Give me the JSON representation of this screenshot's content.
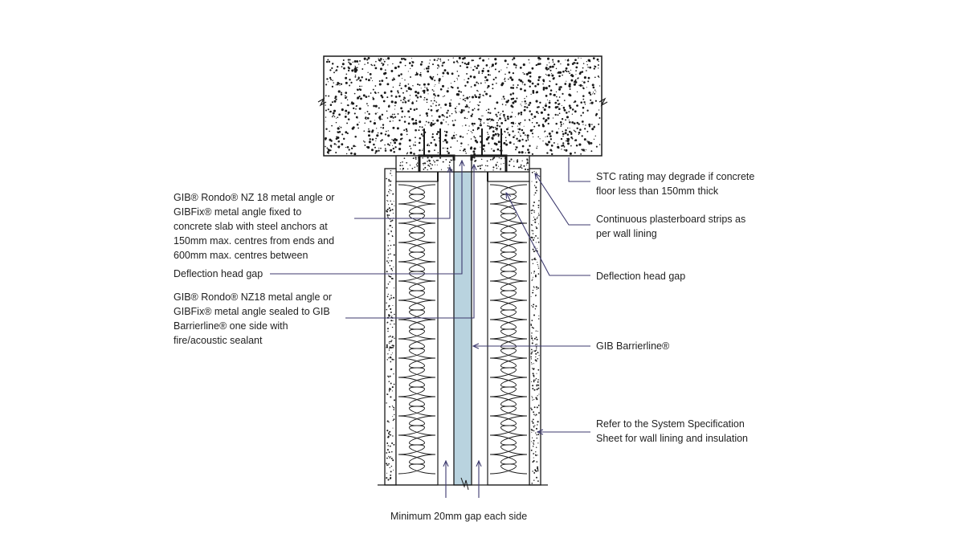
{
  "labels": {
    "angle_fixed": "GIB® Rondo® NZ 18 metal angle or\nGIBFix® metal angle fixed to\nconcrete slab with steel anchors at\n150mm max. centres from ends and\n600mm max. centres between",
    "deflection_left": "Deflection head gap",
    "angle_sealed": "GIB® Rondo® NZ18 metal angle or\nGIBFix® metal angle sealed to GIB\nBarrierline® one side with\nfire/acoustic sealant",
    "stc": "STC rating may degrade if concrete\nfloor less than 150mm thick",
    "strips": "Continuous plasterboard strips as\nper wall lining",
    "deflection_right": "Deflection head gap",
    "barrierline": "GIB Barrierline®",
    "refer": "Refer to the System Specification\nSheet for wall lining and insulation",
    "min_gap": "Minimum 20mm gap each side"
  },
  "colors": {
    "line": "#1a1a1a",
    "leader": "#3d3a6e",
    "barrier_fill": "#b9d3df",
    "background": "#ffffff"
  }
}
